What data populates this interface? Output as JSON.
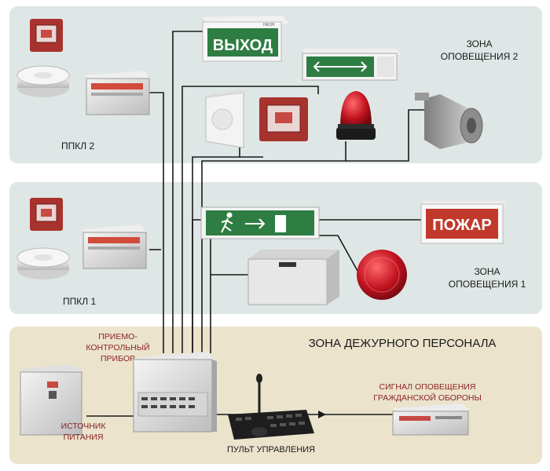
{
  "zones": {
    "zone2": {
      "label_line1": "ЗОНА",
      "label_line2": "ОПОВЕЩЕНИЯ 2",
      "panel_label": "ППКЛ 2"
    },
    "zone1": {
      "label_line1": "ЗОНА",
      "label_line2": "ОПОВЕЩЕНИЯ 1",
      "panel_label": "ППКЛ 1"
    },
    "duty": {
      "title": "ЗОНА ДЕЖУРНОГО ПЕРСОНАЛА"
    }
  },
  "devices": {
    "exit_sign": {
      "text": "ВЫХОД",
      "brand": "НЕОН"
    },
    "fire_sign": {
      "text": "ПОЖАР"
    },
    "control_unit": {
      "label_line1": "ПРИЕМО-",
      "label_line2": "КОНТРОЛЬНЫЙ",
      "label_line3": "ПРИБОР"
    },
    "power_supply": {
      "label_line1": "ИСТОЧНИК",
      "label_line2": "ПИТАНИЯ"
    },
    "control_console": {
      "label": "ПУЛЬТ УПРАВЛЕНИЯ"
    },
    "civil_defense": {
      "label_line1": "СИГНАЛ ОПОВЕЩЕНИЯ",
      "label_line2": "ГРАЖДАНСКОЙ ОБОРОНЫ"
    }
  },
  "colors": {
    "zone_bg": "#dfe6e6",
    "duty_bg": "#ebe3cc",
    "title_red": "#8b2323",
    "sign_green": "#2e7d42",
    "sign_red": "#c0392b",
    "wire": "#1a1a1a"
  }
}
